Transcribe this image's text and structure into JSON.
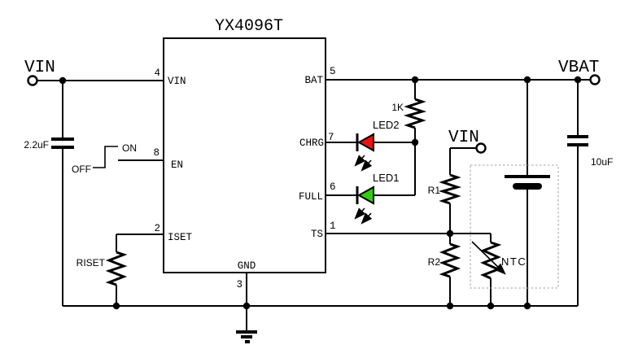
{
  "title": "YX4096T",
  "terminals": {
    "vin_left": "VIN",
    "vin_right": "VIN",
    "vbat": "VBAT"
  },
  "pins": {
    "vin": {
      "num": "4",
      "label": "VIN"
    },
    "en": {
      "num": "8",
      "label": "EN"
    },
    "iset": {
      "num": "2",
      "label": "ISET"
    },
    "gnd": {
      "num": "3",
      "label": "GND"
    },
    "bat": {
      "num": "5",
      "label": "BAT"
    },
    "chrg": {
      "num": "7",
      "label": "CHRG"
    },
    "full": {
      "num": "6",
      "label": "FULL"
    },
    "ts": {
      "num": "1",
      "label": "TS"
    }
  },
  "components": {
    "input_cap": "2.2uF",
    "output_cap": "10uF",
    "led_resistor": "1K",
    "led2": "LED2",
    "led1": "LED1",
    "riset": "RISET",
    "r1": "R1",
    "r2": "R2",
    "ntc": "NTC"
  },
  "switch": {
    "on": "ON",
    "off": "OFF"
  },
  "colors": {
    "wire": "#000000",
    "led2_fill": "#ee1111",
    "led1_fill": "#33cc11",
    "dashed_box": "#b5b5b5"
  }
}
